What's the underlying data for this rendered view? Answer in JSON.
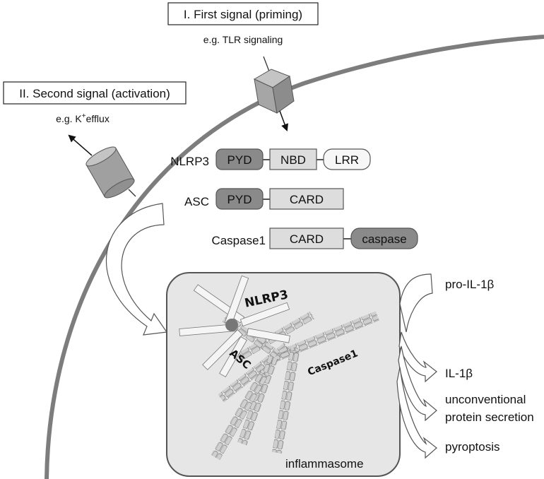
{
  "signals": {
    "first": {
      "title": "I. First signal (priming)",
      "example": "e.g. TLR signaling"
    },
    "second": {
      "title": "II. Second signal (activation)",
      "example_prefix": "e.g. K",
      "example_sup": "+",
      "example_suffix": "efflux"
    }
  },
  "proteins": [
    {
      "name": "NLRP3",
      "domains": [
        "PYD",
        "NBD",
        "LRR"
      ]
    },
    {
      "name": "ASC",
      "domains": [
        "PYD",
        "CARD"
      ]
    },
    {
      "name": "Caspase1",
      "domains": [
        "CARD",
        "caspase"
      ]
    }
  ],
  "inflammasome": {
    "title": "inflammasome",
    "labels": {
      "nlrp3": "NLRP3",
      "asc": "ASC",
      "caspase1": "Caspase1"
    }
  },
  "outputs": {
    "pro": "pro-IL-1β",
    "il1b": "IL-1β",
    "secretion_line1": "unconventional",
    "secretion_line2": "protein secretion",
    "pyroptosis": "pyroptosis"
  },
  "colors": {
    "dark_domain": "#8a8a8a",
    "light_domain": "#dddddd",
    "white_domain": "#f7f7f7",
    "membrane": "#7d7d7d",
    "inflammasome_bg": "#e6e6e6",
    "receptor": "#a0a0a0"
  }
}
